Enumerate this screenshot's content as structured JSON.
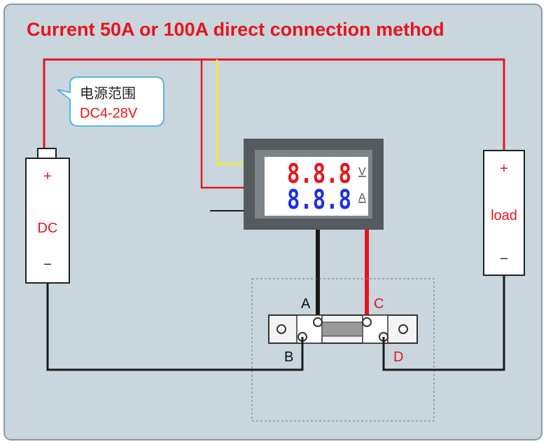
{
  "title": "Current 50A or 100A direct connection method",
  "callout": {
    "line1": "电源范围",
    "line2": "DC4-28V"
  },
  "battery": {
    "label": "DC",
    "plus": "+",
    "minus": "−"
  },
  "load": {
    "label": "load",
    "plus": "+",
    "minus": "−"
  },
  "meter": {
    "voltage_digits": "8.8.8",
    "voltage_unit": "V",
    "current_digits": "8.8.8",
    "current_unit": "A"
  },
  "terminals": {
    "a": "A",
    "b": "B",
    "c": "C",
    "d": "D"
  },
  "colors": {
    "background": "#c9d6dd",
    "wire_red": "#e8141c",
    "wire_black": "#1a1a1a",
    "wire_yellow": "#f5e53a",
    "title": "#e8141c"
  }
}
